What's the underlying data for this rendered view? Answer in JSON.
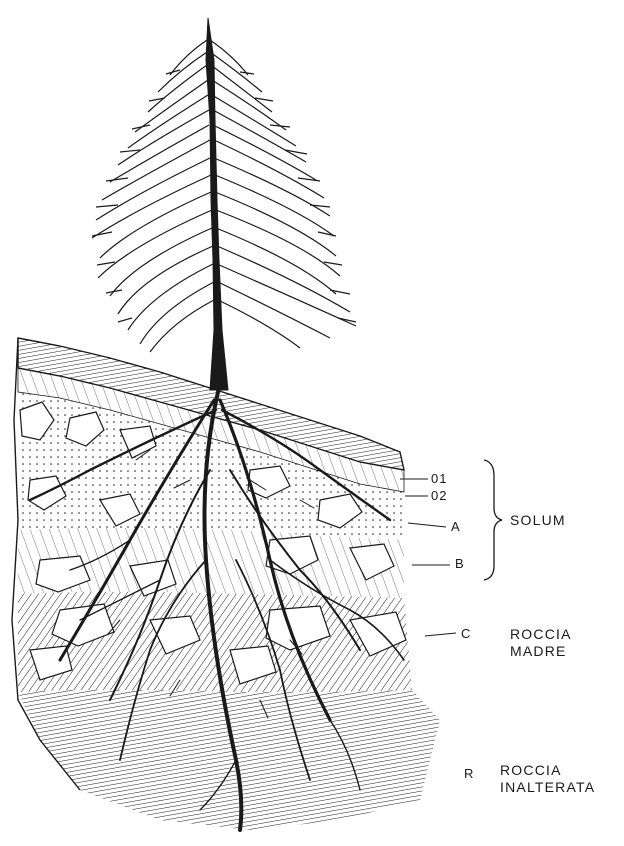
{
  "diagram": {
    "horizon_labels": [
      "01",
      "02",
      "A",
      "B",
      "C",
      "R"
    ],
    "solum_label": "SOLUM",
    "roccia_madre": [
      "ROCCIA",
      "MADRE"
    ],
    "roccia_inalterata": [
      "ROCCIA",
      "INALTERATA"
    ],
    "colors": {
      "ink": "#1a1a1a",
      "paper": "#ffffff"
    }
  }
}
